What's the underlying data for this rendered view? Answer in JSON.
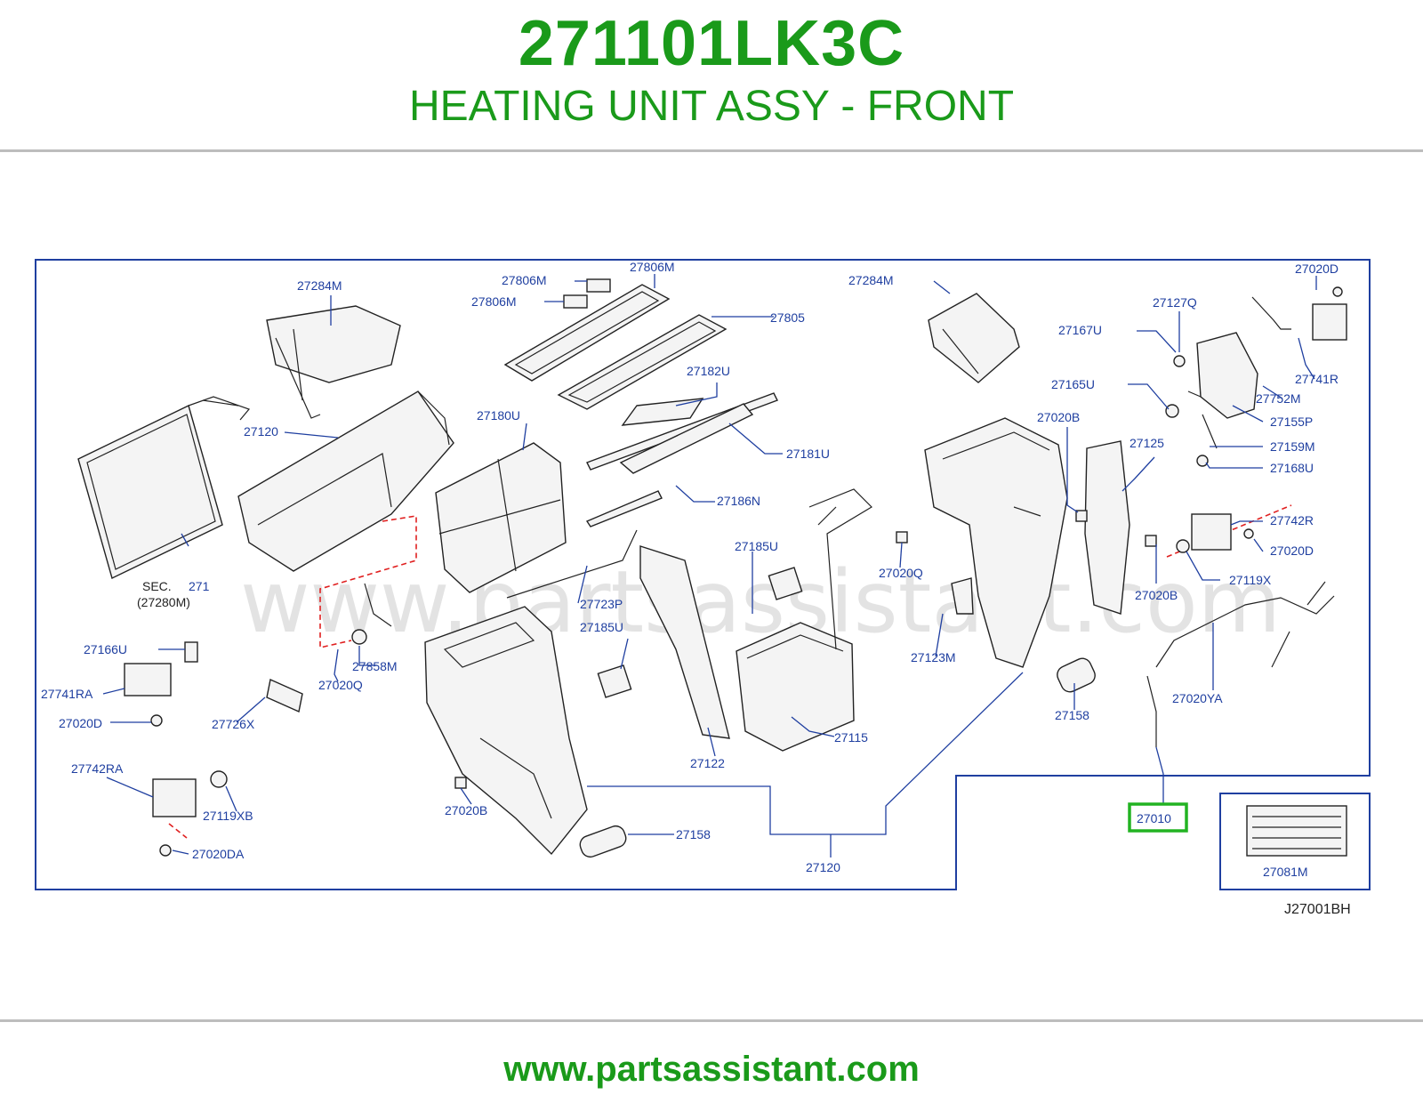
{
  "header": {
    "part_number": "271101LK3C",
    "title": "HEATING UNIT ASSY - FRONT"
  },
  "footer": {
    "url": "www.partsassistant.com"
  },
  "watermark": "www.partsassistant.com",
  "diagram": {
    "reference_code": "J27001BH",
    "sec_note": {
      "line1": "SEC.",
      "sec_num": "271",
      "line2": "(27280M)"
    },
    "highlight_color": "#22b322",
    "labels": [
      "27284M",
      "27806M",
      "27806M",
      "27806M",
      "27805",
      "27284M",
      "27020D",
      "27127Q",
      "27167U",
      "27120",
      "27182U",
      "27180U",
      "27181U",
      "27165U",
      "27741R",
      "27752M",
      "27155P",
      "27020B",
      "27125",
      "27159M",
      "27168U",
      "27186N",
      "27185U",
      "27742R",
      "27020D",
      "27020Q",
      "27020B",
      "27119X",
      "27723P",
      "27185U",
      "27166U",
      "27858M",
      "27123M",
      "27741RA",
      "27020Q",
      "27020YA",
      "27020D",
      "27726X",
      "27122",
      "27115",
      "27158",
      "27742RA",
      "27119XB",
      "27020B",
      "27158",
      "27010",
      "27020DA",
      "27120",
      "27081M"
    ]
  }
}
